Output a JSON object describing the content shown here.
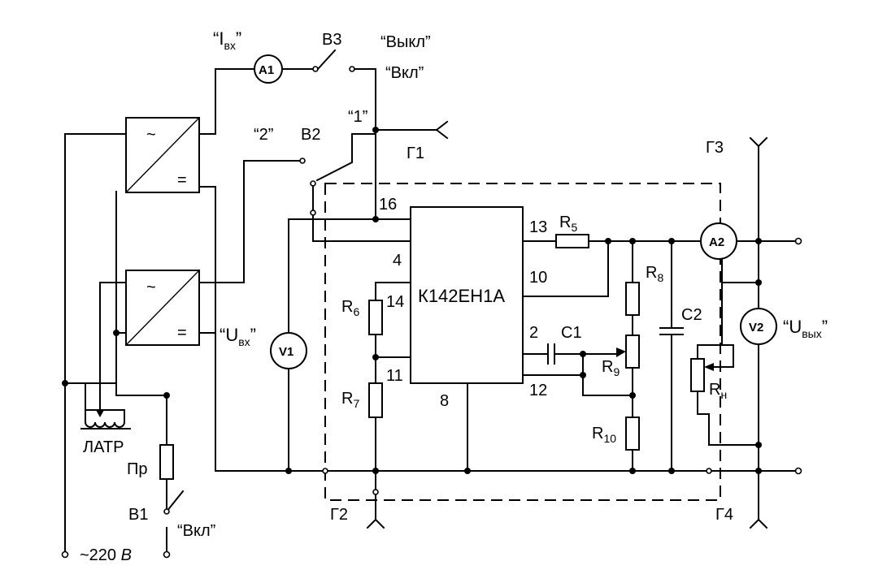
{
  "labels": {
    "i_in_open": "“I",
    "i_in_sub": "вх",
    "i_in_close": "”",
    "u_in_open": "“U",
    "u_in_sub": "вх",
    "u_in_close": "”",
    "u_out_open": "“U",
    "u_out_sub": "вых",
    "u_out_close": "”",
    "switch_b1": "B1",
    "switch_b2": "B2",
    "switch_b3": "B3",
    "b1_on": "“Вкл”",
    "b3_off": "“Выкл”",
    "b3_on": "“Вкл”",
    "b2_pos1": "“1”",
    "b2_pos2": "“2”",
    "g1": "Г1",
    "g2": "Г2",
    "g3": "Г3",
    "g4": "Г4",
    "latr": "ЛАТР",
    "fuse": "Пр",
    "mains": "~220 ",
    "mains_unit": "B",
    "rect_ac": "~",
    "rect_dc": "="
  },
  "meters": {
    "a1": "A1",
    "a2": "A2",
    "v1": "V1",
    "v2": "V2"
  },
  "ic": {
    "name": "К142ЕН1А",
    "pins": {
      "p16": "16",
      "p4": "4",
      "p14": "14",
      "p11": "11",
      "p8": "8",
      "p13": "13",
      "p10": "10",
      "p2": "2",
      "p12": "12"
    }
  },
  "components": {
    "r5": "R",
    "r5_sub": "5",
    "r6": "R",
    "r6_sub": "6",
    "r7": "R",
    "r7_sub": "7",
    "r8": "R",
    "r8_sub": "8",
    "r9": "R",
    "r9_sub": "9",
    "r10": "R",
    "r10_sub": "10",
    "rn": "R",
    "rn_sub": "н",
    "c1": "C1",
    "c2": "C2"
  }
}
